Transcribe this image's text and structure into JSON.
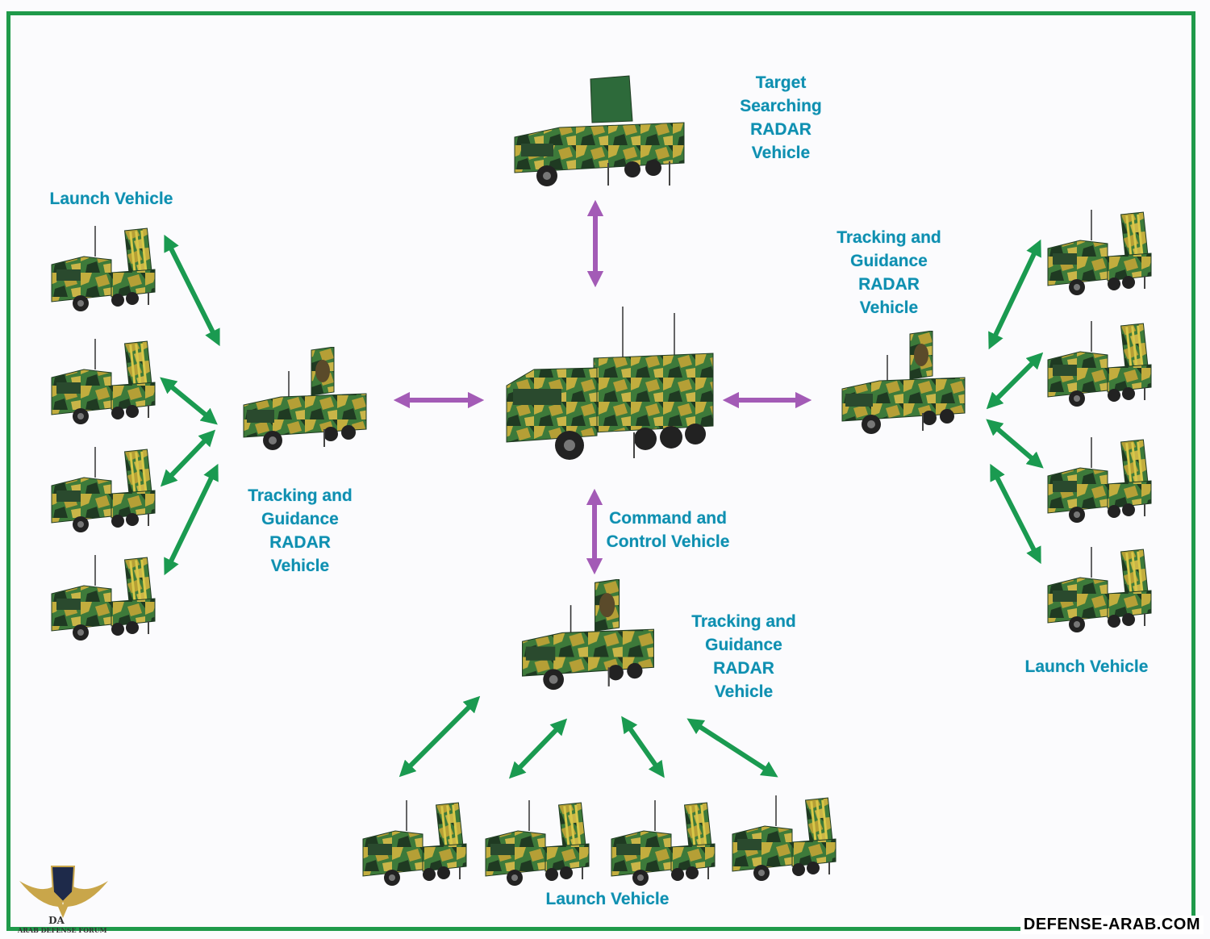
{
  "labels": {
    "target_radar": [
      "Target",
      "Searching",
      "RADAR",
      "Vehicle"
    ],
    "tracking_left": [
      "Tracking and",
      "Guidance",
      "RADAR",
      "Vehicle"
    ],
    "tracking_right": [
      "Tracking and",
      "Guidance",
      "RADAR",
      "Vehicle"
    ],
    "tracking_bottom": [
      "Tracking and",
      "Guidance",
      "RADAR",
      "Vehicle"
    ],
    "command": [
      "Command and",
      "Control Vehicle"
    ],
    "launch_left": "Launch Vehicle",
    "launch_right": "Launch Vehicle",
    "launch_bottom": "Launch Vehicle"
  },
  "watermark": "DEFENSE-ARAB.COM",
  "logo": {
    "initials": "DA",
    "name": "ARAB DEFENSE FORUM"
  },
  "colors": {
    "frame": "#1f9a4a",
    "green_arrow": "#1a9a50",
    "purple_arrow": "#a35bb6",
    "label_text": "#0f8fb0",
    "camo_green": "#2f6b33",
    "camo_yellow": "#b8a43a",
    "camo_dark": "#1f3a22"
  },
  "icons": {
    "launcher": "launch-vehicle-icon",
    "tracking_radar": "tracking-radar-vehicle-icon",
    "search_radar": "search-radar-vehicle-icon",
    "command": "command-vehicle-icon"
  }
}
